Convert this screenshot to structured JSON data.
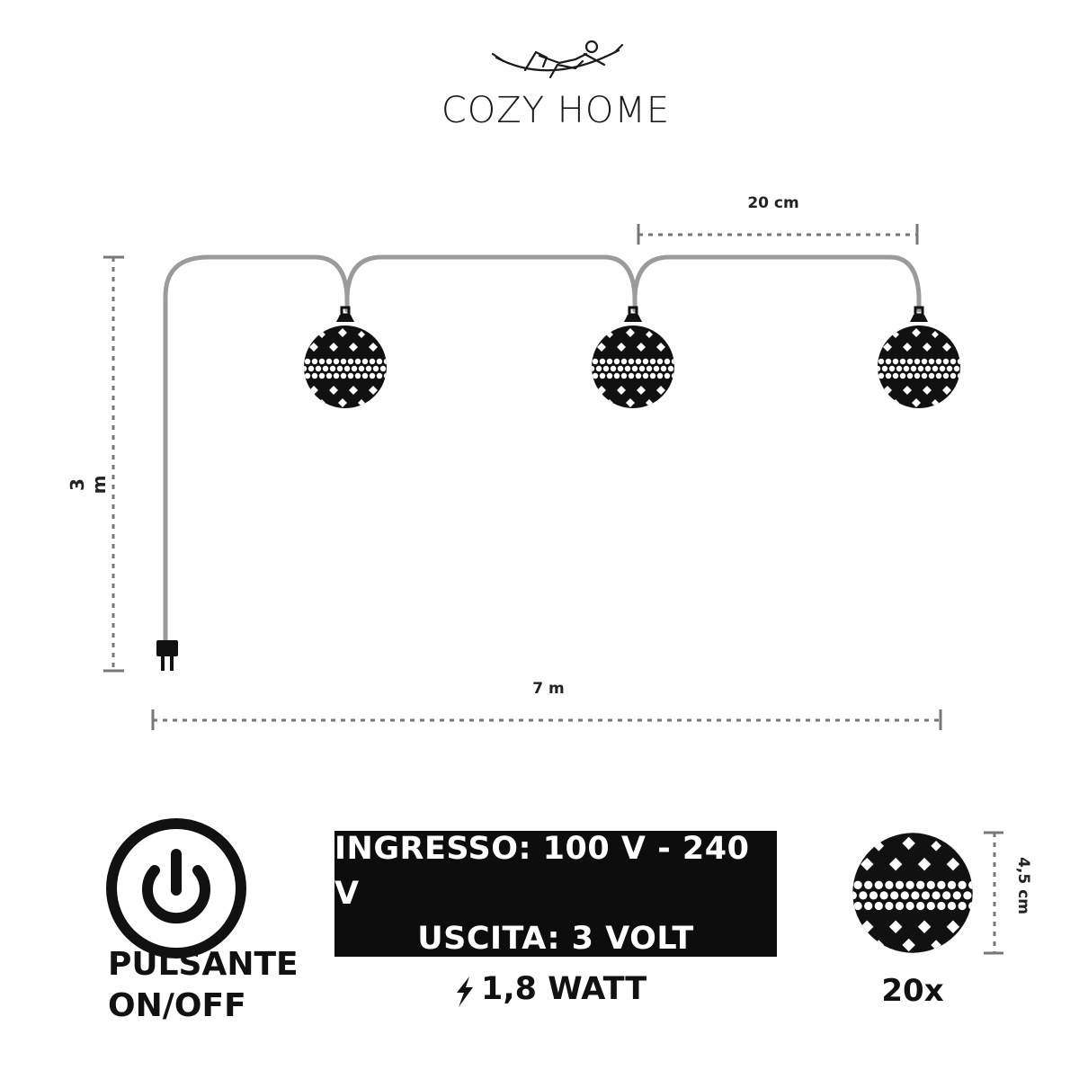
{
  "brand": {
    "name": "COZY HOME",
    "logo": "hammock-relax-logo"
  },
  "dimensions": {
    "spacing": "20 cm",
    "length": "7 m",
    "cable": "3 m",
    "bulb_diameter": "4,5 cm"
  },
  "specs": {
    "input": "INGRESSO: 100 V - 240 V",
    "output": "USCITA: 3 VOLT",
    "power": "1,8 WATT"
  },
  "switch": {
    "line1": "PULSANTE",
    "line2": "ON/OFF",
    "icon": "power-icon"
  },
  "bulbs": {
    "count": "20x"
  },
  "colors": {
    "wire": "#9b9b9b",
    "ink": "#111111",
    "dim": "#777777",
    "box": "#0d0d0d"
  }
}
